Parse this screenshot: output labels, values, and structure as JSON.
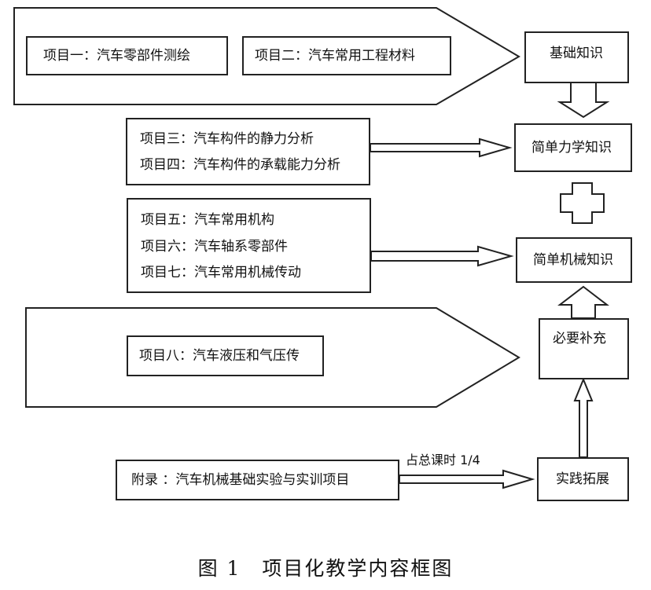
{
  "items": {
    "p1": "项目一：汽车零部件测绘",
    "p2": "项目二：汽车常用工程材料",
    "p3": "项目三：汽车构件的静力分析",
    "p4": "项目四：汽车构件的承载能力分析",
    "p5": "项目五：汽车常用机构",
    "p6": "项目六：汽车轴系零部件",
    "p7": "项目七：汽车常用机械传动",
    "p8": "项目八：汽车液压和气压传",
    "appendix": "附录 ：汽车机械基础实验与实训项目"
  },
  "knowledge": {
    "basic": "基础知识",
    "mechanics": "简单力学知识",
    "machinery": "简单机械知识",
    "supplement": "必要补充",
    "practice": "实践拓展"
  },
  "arrow_label": "占总课时 1/4",
  "caption": "图 1　项目化教学内容框图"
}
